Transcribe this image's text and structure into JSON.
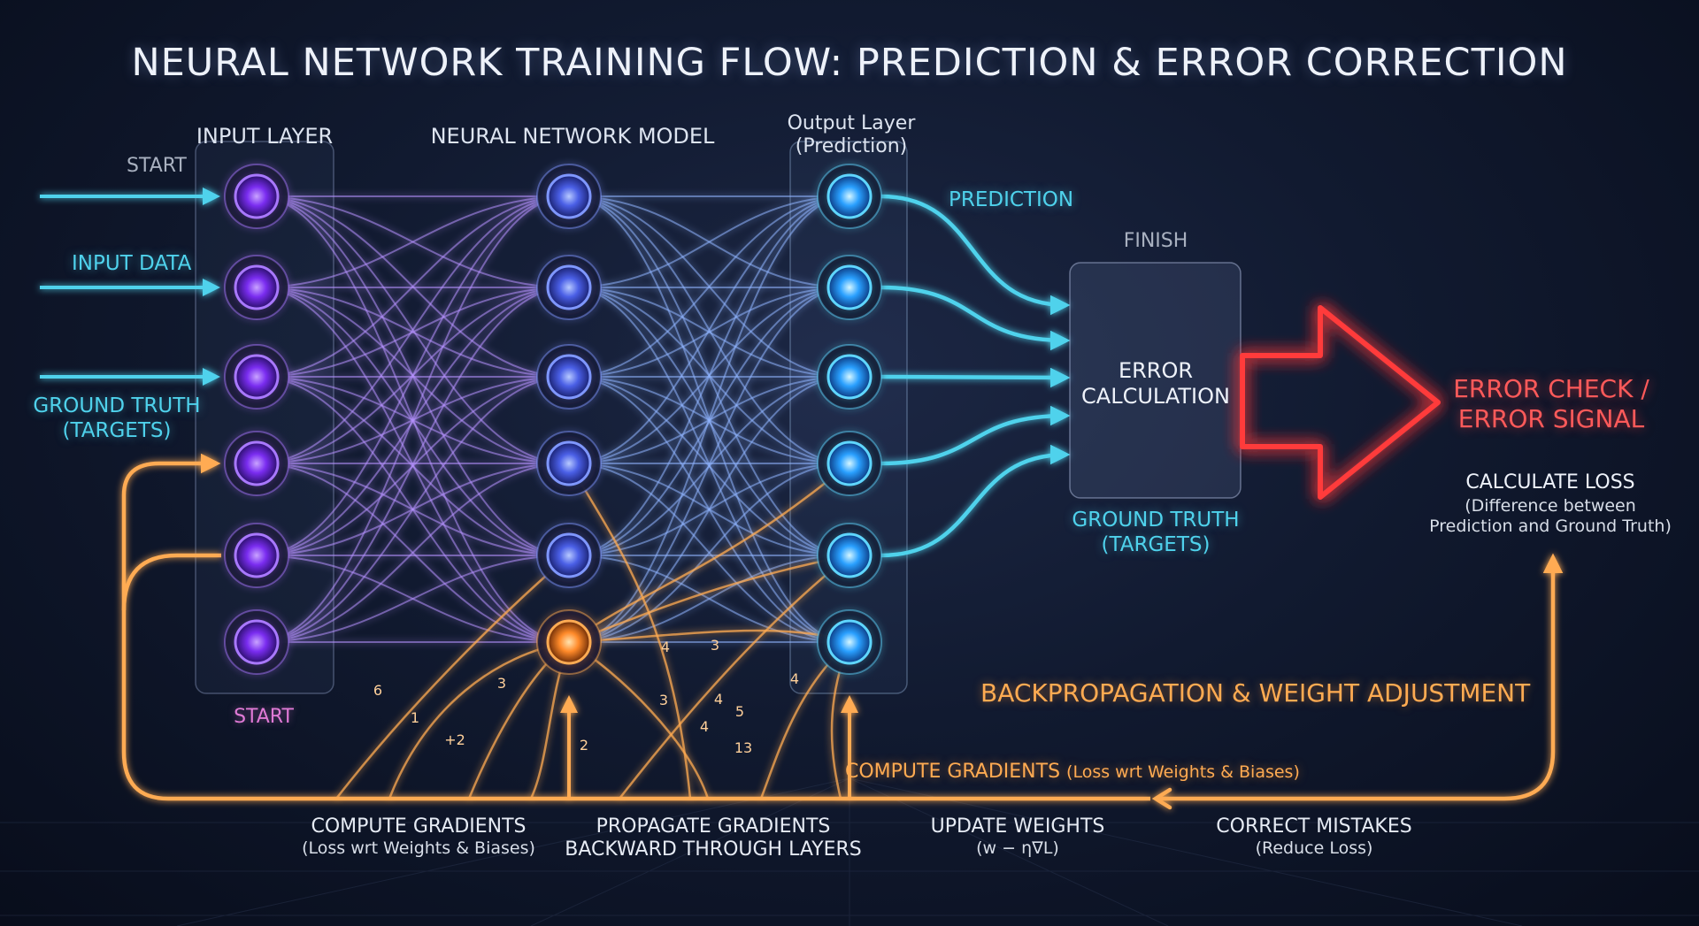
{
  "title": "NEURAL NETWORK TRAINING FLOW: PREDICTION & ERROR CORRECTION",
  "layers": {
    "input_header": "INPUT LAYER",
    "model_header": "NEURAL NETWORK MODEL",
    "output_header": "Output Layer\n(Prediction)"
  },
  "left_labels": {
    "start_top": "START",
    "input_data": "INPUT DATA",
    "ground_truth": "GROUND TRUTH\n(TARGETS)",
    "start_bottom": "START"
  },
  "prediction_label": "PREDICTION",
  "finish_label": "FINISH",
  "error_box_label": "ERROR\nCALCULATION",
  "ground_truth_right": "GROUND TRUTH\n(TARGETS)",
  "error_signal": "ERROR CHECK /\nERROR SIGNAL",
  "calculate_loss": {
    "title": "CALCULATE LOSS",
    "detail": "(Difference between\nPrediction and Ground Truth)"
  },
  "backprop_label": "BACKPROPAGATION & WEIGHT ADJUSTMENT",
  "compute_gradients_mid": {
    "main": "COMPUTE GRADIENTS",
    "detail": "(Loss wrt Weights & Biases)"
  },
  "bottom_steps": [
    {
      "main": "COMPUTE GRADIENTS",
      "detail": "(Loss wrt Weights & Biases)"
    },
    {
      "main": "PROPAGATE GRADIENTS",
      "detail": "BACKWARD THROUGH LAYERS"
    },
    {
      "main": "UPDATE WEIGHTS",
      "detail": "(w − η∇L)"
    },
    {
      "main": "CORRECT MISTAKES",
      "detail": "(Reduce Loss)"
    }
  ],
  "gradient_numbers": [
    "6",
    "1",
    "+2",
    "3",
    "2",
    "3",
    "4",
    "3",
    "4",
    "5",
    "4",
    "13",
    "4"
  ],
  "colors": {
    "cyan": "#4fd2ec",
    "orange": "#ffab52",
    "red": "#ff3b3b",
    "purple": "#8f4bff",
    "blue": "#4f7cff"
  }
}
